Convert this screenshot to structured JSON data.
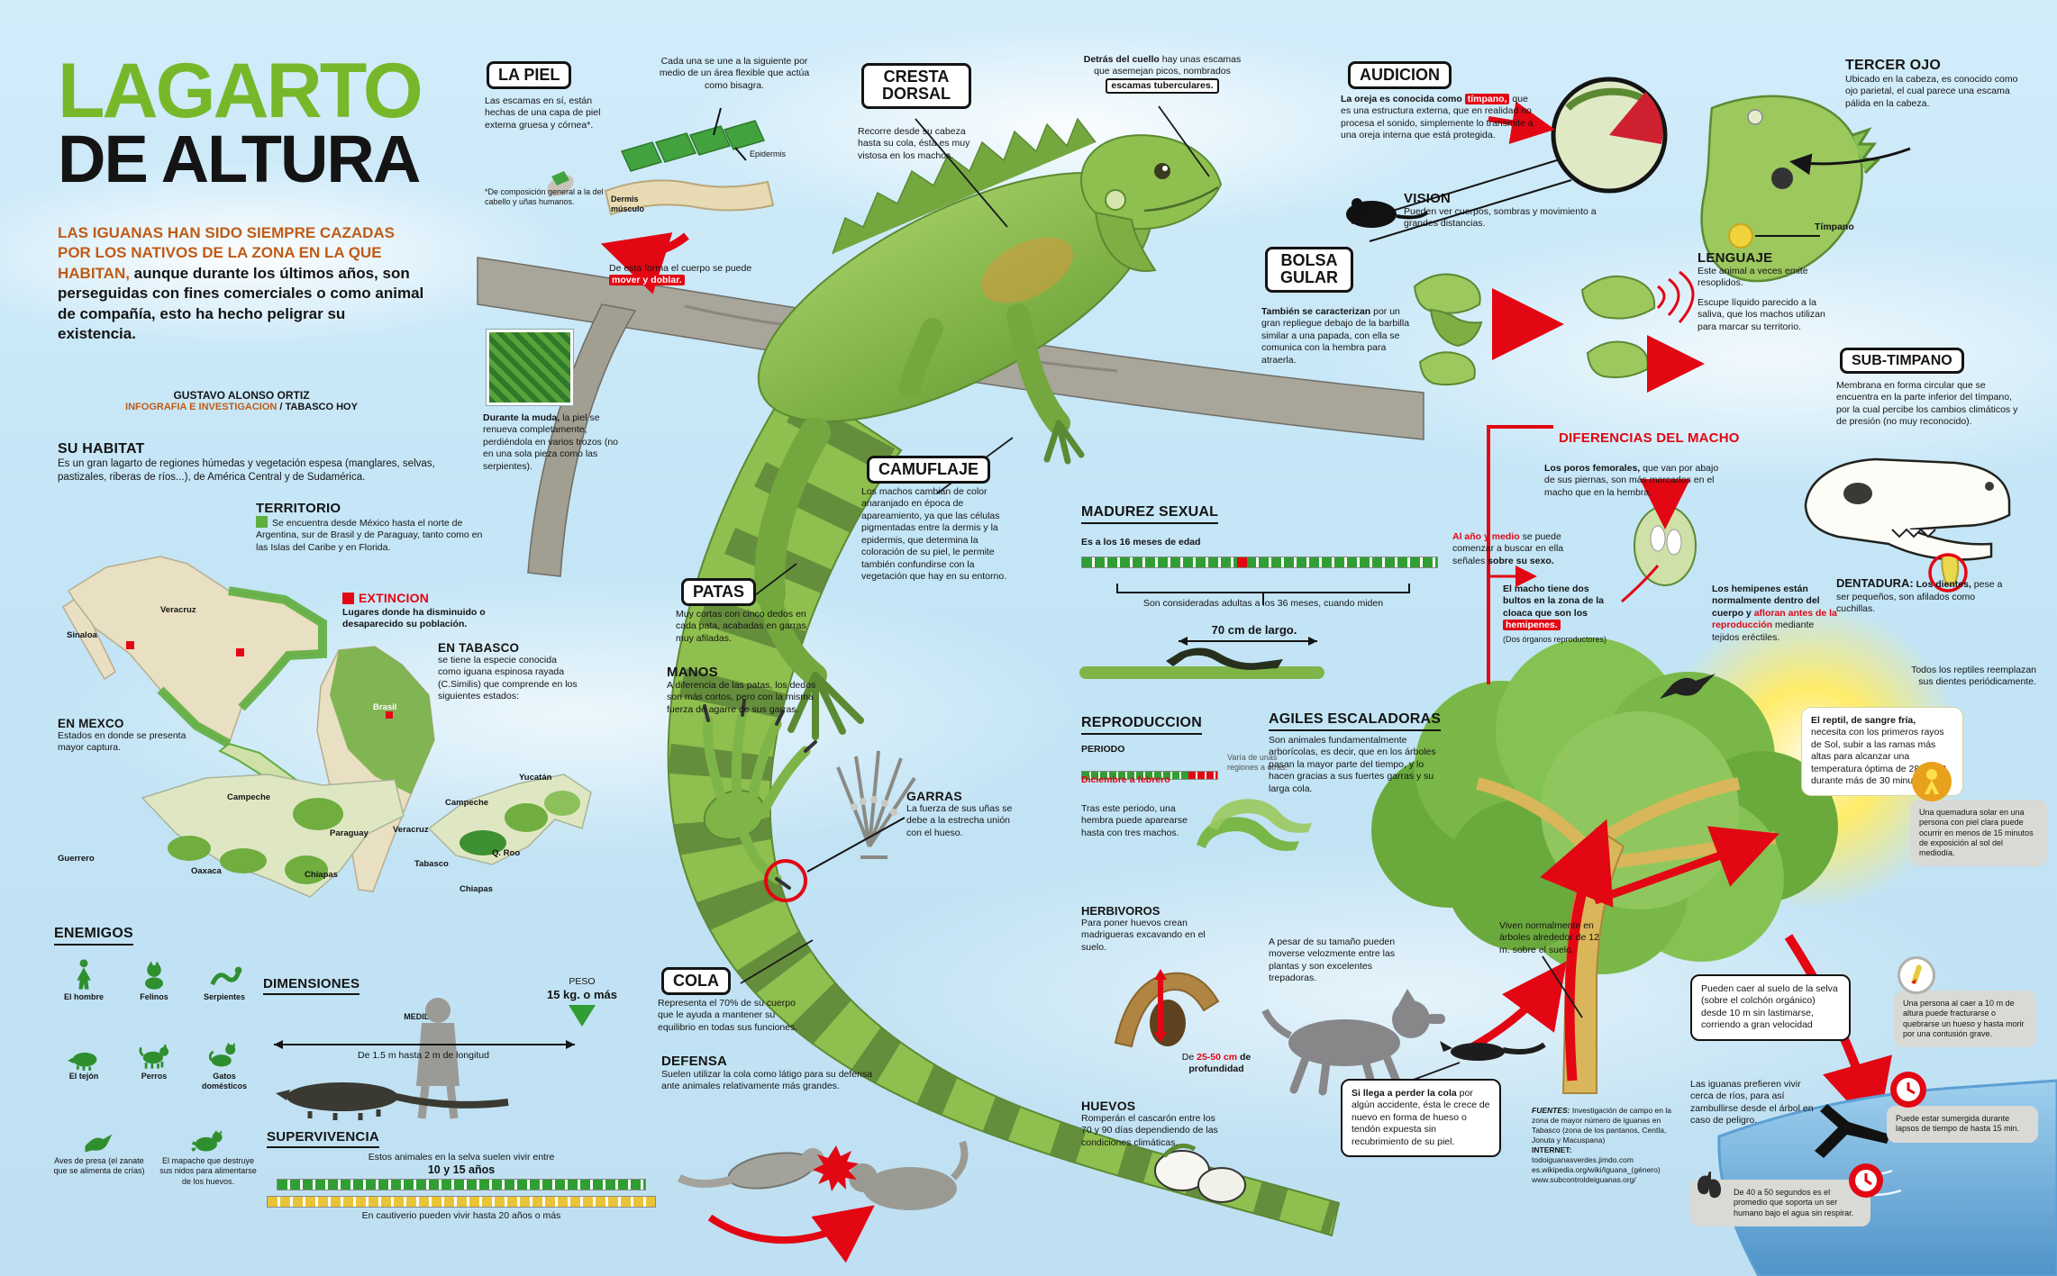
{
  "palette": {
    "green": "#76b82a",
    "red": "#e30613",
    "orange": "#bf5b16",
    "sky": "#cfe9f6"
  },
  "header": {
    "title1": "LAGARTO",
    "title2": "DE ALTURA",
    "intro_lead": "LAS IGUANAS HAN SIDO SIEMPRE CAZADAS POR LOS NATIVOS DE LA ZONA EN LA QUE HABITAN,",
    "intro_rest": " aunque durante los últimos años, son perseguidas con fines comerciales o como animal de compañía, esto ha hecho peligrar su existencia.",
    "credit_name": "GUSTAVO ALONSO ORTIZ",
    "credit_role": "INFOGRAFIA E INVESTIGACION",
    "credit_brand": " / TABASCO HOY"
  },
  "habitat": {
    "title": "SU HABITAT",
    "body": "Es un gran lagarto de regiones húmedas y vegetación espesa (manglares, selvas, pastizales, riberas de ríos...), de América Central y de Sudamérica."
  },
  "territorio": {
    "title": "TERRITORIO",
    "body": "Se encuentra desde México hasta el norte de Argentina, sur de Brasil y de Paraguay, tanto como en las Islas del Caribe y en Florida."
  },
  "extincion": {
    "title": "EXTINCION",
    "body": "Lugares donde ha disminuido o desaparecido su población."
  },
  "en_mexico": {
    "title": "EN MEXCO",
    "body": "Estados en donde se presenta mayor captura."
  },
  "en_tabasco": {
    "title": "EN TABASCO",
    "body": "se tiene la especie conocida como iguana espinosa rayada (C.Similis) que comprende en los siguientes estados:"
  },
  "maps": {
    "mexico": [
      "Sinaloa",
      "Veracruz"
    ],
    "sur": [
      "Campeche",
      "Guerrero",
      "Oaxaca",
      "Chiapas"
    ],
    "sudamerica": [
      "Brasil",
      "Paraguay"
    ],
    "tabasco": [
      "Yucatán",
      "Campeche",
      "Veracruz",
      "Tabasco",
      "Q. Roo",
      "Chiapas"
    ]
  },
  "enemigos": {
    "title": "ENEMIGOS",
    "items": [
      "El hombre",
      "Felinos",
      "Serpientes",
      "El tejón",
      "Perros",
      "Gatos domésticos"
    ],
    "aves": "Aves de presa (el zanate que se alimenta de crías)",
    "mapache": "El mapache que destruye sus nidos para alimentarse de los huevos."
  },
  "dimensiones": {
    "title": "DIMENSIONES",
    "medidas": "MEDIDAS",
    "longitud": "De 1.5 m hasta 2 m de longitud",
    "peso_label": "PESO",
    "peso": "15 kg. o más"
  },
  "supervivencia": {
    "title": "SUPERVIVENCIA",
    "intro": "Estos animales en la selva suelen vivir entre",
    "rango": "10 y 15 años",
    "cautiverio": "En cautiverio pueden vivir hasta 20 años o más"
  },
  "piel": {
    "title": "LA PIEL",
    "p1": "Las escamas en sí, están hechas de una capa de piel externa gruesa y córnea*.",
    "nota": "*De composición general a la del cabello y uñas humanos.",
    "bisagra": "Cada una se une a la siguiente por medio de un área flexible que actúa como bisagra.",
    "dermis": "Dermis músculo",
    "epidermis": "Epidermis",
    "doblar_pre": "De esta forma el cuerpo se puede ",
    "doblar_tag": "mover y doblar.",
    "muda_lead": "Durante la muda,",
    "muda_rest": " la piel se renueva completamente, perdiéndola en varios trozos (no en una sola pieza como las serpientes)."
  },
  "cresta": {
    "title": "CRESTA DORSAL",
    "body": "Recorre desde su cabeza hasta su cola, ésta es muy vistosa en los machos."
  },
  "tuberculares": {
    "lead": "Detrás del cuello",
    "rest": " hay unas escamas que asemejan picos, nombrados",
    "tag": "escamas tuberculares."
  },
  "audicion": {
    "title": "AUDICION",
    "pre": "La oreja es conocida como ",
    "tag": "tímpano,",
    "post": " que es una estructura externa, que en realidad no procesa el sonido, simplemente lo transmite a una oreja interna que está protegida."
  },
  "vision": {
    "title": "VISION",
    "body": "Pueden ver cuerpos, sombras y movimiento a grandes distancias."
  },
  "tercer_ojo": {
    "title": "TERCER OJO",
    "body": "Ubicado en la cabeza, es conocido como ojo parietal, el cual parece una escama pálida en la cabeza.",
    "timpano": "Tímpano"
  },
  "lenguaje": {
    "title": "LENGUAJE",
    "p1": "Este animal a veces emite resoplidos.",
    "p2": "Escupe líquido parecido a la saliva, que los machos utilizan para marcar su territorio."
  },
  "sub_timpano": {
    "title": "SUB-TIMPANO",
    "body": "Membrana en forma circular que se encuentra en la parte inferior del tímpano, por la cual percibe los cambios climáticos y de presión (no muy reconocido)."
  },
  "bolsa": {
    "title": "BOLSA GULAR",
    "lead": "También se caracterizan",
    "rest": " por un gran repliegue debajo de la barbilla similar a una papada, con ella se comunica con la hembra para atraerla."
  },
  "camuflaje": {
    "title": "CAMUFLAJE",
    "body": "Los machos cambian de color anaranjado en época de apareamiento, ya que las células pigmentadas entre la dermis y la epidermis, que determina la coloración de su piel, le permite también confundirse con la vegetación que hay en su entorno."
  },
  "madurez": {
    "title": "MADUREZ SEXUAL",
    "edad": "Es a los 16 meses de edad",
    "adultas": "Son consideradas adultas a los 36 meses, cuando miden",
    "talla": "70 cm de largo.",
    "sexo_red": "Al año y medio",
    "sexo_rest": " se puede comenzar a buscar en ella señales",
    "sexo_bold": " sobre su sexo."
  },
  "diferencias": {
    "title": "DIFERENCIAS DEL MACHO",
    "poros_lead": "Los poros femorales,",
    "poros_rest": " que van por abajo de sus piernas, son más marcados en el macho que en la hembra.",
    "bultos_pre": "El macho tiene dos bultos en la zona de la cloaca que son los ",
    "bultos_tag": "hemipenes.",
    "bultos_post": "(Dos órganos reproductores)",
    "hemi_pre": "Los hemipenes están normalmente dentro del cuerpo y ",
    "hemi_red": "afloran antes de la reproducción",
    "hemi_post": " mediante tejidos eréctiles."
  },
  "dentadura": {
    "title": "DENTADURA:",
    "lead": "Los dientes,",
    "rest": " pese a ser pequeños, son afilados como cuchillas.",
    "p2": "Todos los reptiles reemplazan sus dientes periódicamente."
  },
  "patas": {
    "title": "PATAS",
    "body": "Muy cortas con cinco dedos en cada pata, acabadas en garras muy afiladas."
  },
  "manos": {
    "title": "MANOS",
    "body": "A diferencia de las patas, los dedos son más cortos, pero con la misma fuerza de agarre de sus garras."
  },
  "garras": {
    "title": "GARRAS",
    "body": "La fuerza de sus uñas se debe a la estrecha unión con el hueso."
  },
  "reproduccion": {
    "title": "REPRODUCCION",
    "periodo": "PERIODO",
    "fecha": "Diciembre a febrero",
    "nota": "Varía de unas regiones a otras.",
    "body": "Tras este periodo, una hembra puede aparearse hasta con tres machos."
  },
  "herbivoros": {
    "title": "HERBIVOROS",
    "body": "Para poner huevos crean madrigueras excavando en el suelo.",
    "prof_pre": "De ",
    "prof_red": "25-50 cm",
    "prof_post": " de profundidad"
  },
  "huevos": {
    "title": "HUEVOS",
    "body": "Romperán el cascarón entre los 70 y 90 días dependiendo de las condiciones climáticas."
  },
  "agiles": {
    "title": "AGILES ESCALADORAS",
    "body": "Son animales fundamentalmente arborícolas, es decir, que en los árboles pasan la mayor parte del tiempo, y lo hacen gracias a sus fuertes garras y su larga cola.",
    "pesar": "A pesar de su tamaño pueden moverse velozmente entre las plantas y son excelentes trepadoras.",
    "viven": "Viven normalmente en árboles alrededor de 12 m. sobre el suelo."
  },
  "sol": {
    "reptil_lead": "El reptil, de sangre fría,",
    "reptil_rest": " necesita con los primeros rayos de Sol, subir a las ramas más altas para alcanzar una temperatura óptima de 28-35 °C durante más de 30 minutos.",
    "quemadura": "Una quemadura solar en una persona con piel clara puede ocurrir en menos de 15 minutos de exposición al sol del mediodía."
  },
  "caida": {
    "iguana": "Pueden caer al suelo de la selva (sobre el colchón orgánico) desde 10 m sin lastimarse, corriendo a gran velocidad",
    "persona": "Una persona al caer a 10 m de altura puede fracturarse o quebrarse un hueso y hasta morir por una contusión grave."
  },
  "cola": {
    "title": "COLA",
    "body": "Representa el 70% de su cuerpo que le ayuda a mantener su equilibrio en todas sus funciones."
  },
  "defensa": {
    "title": "DEFENSA",
    "body": "Suelen utilizar la cola como látigo para su defensa ante animales relativamente más grandes."
  },
  "perder_cola": {
    "lead": "Si llega a perder la cola",
    "rest": " por algún accidente, ésta le crece de nuevo en forma de hueso o tendón expuesta sin recubrimiento de su piel."
  },
  "agua": {
    "rios": "Las iguanas prefieren vivir cerca de ríos, para así zambullirse desde el árbol en caso de peligro.",
    "sumergida": "Puede estar sumergida durante lapsos de tiempo de hasta 15 min.",
    "apnea": "De 40 a 50 segundos es el promedio que soporta un ser humano bajo el agua sin respirar."
  },
  "fuentes": {
    "label": "FUENTES:",
    "body": "Investigación de campo en la zona de mayor número de iguanas en Tabasco (zona de los pantanos, Centla, Jonuta y Macuspana)",
    "internet": "INTERNET:",
    "links": [
      "todoiguanasverdes.jimdo.com",
      "es.wikipedia.org/wiki/Iguana_(género)",
      "www.subcontroldeiguanas.org/"
    ]
  }
}
